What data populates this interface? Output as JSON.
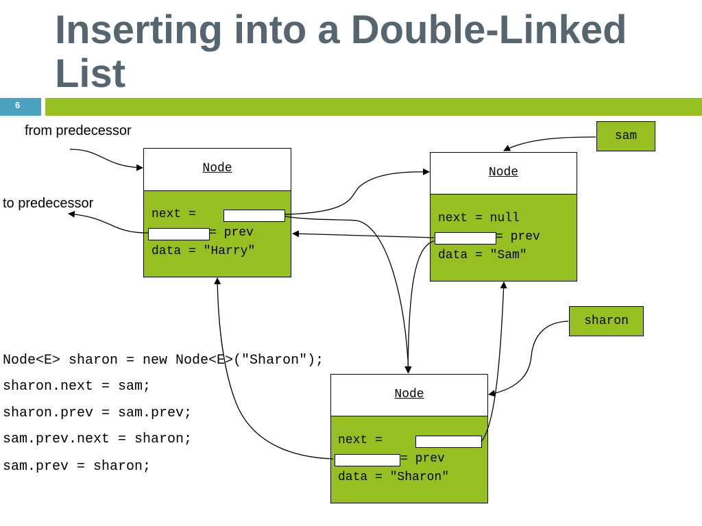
{
  "slide": {
    "title": "Inserting into a Double-Linked List",
    "number": "6",
    "colors": {
      "title": "#566670",
      "accent_green": "#96c022",
      "slide_number_bg": "#4aa2bf"
    }
  },
  "labels": {
    "from_predecessor": "from predecessor",
    "to_predecessor": "to predecessor"
  },
  "nodes": {
    "harry": {
      "header": "Node",
      "next_label": "next =",
      "prev_label": "= prev",
      "data_label": "data = \"Harry\""
    },
    "sam": {
      "header": "Node",
      "next_label": "next = null",
      "prev_label": "= prev",
      "data_label": "data = \"Sam\""
    },
    "sharon": {
      "header": "Node",
      "next_label": "next =",
      "prev_label": "= prev",
      "data_label": "data = \"Sharon\""
    }
  },
  "references": {
    "sam": "sam",
    "sharon": "sharon"
  },
  "code": [
    "Node<E> sharon = new Node<E>(\"Sharon\");",
    "sharon.next = sam;",
    "sharon.prev = sam.prev;",
    "sam.prev.next = sharon;",
    "sam.prev = sharon;"
  ]
}
